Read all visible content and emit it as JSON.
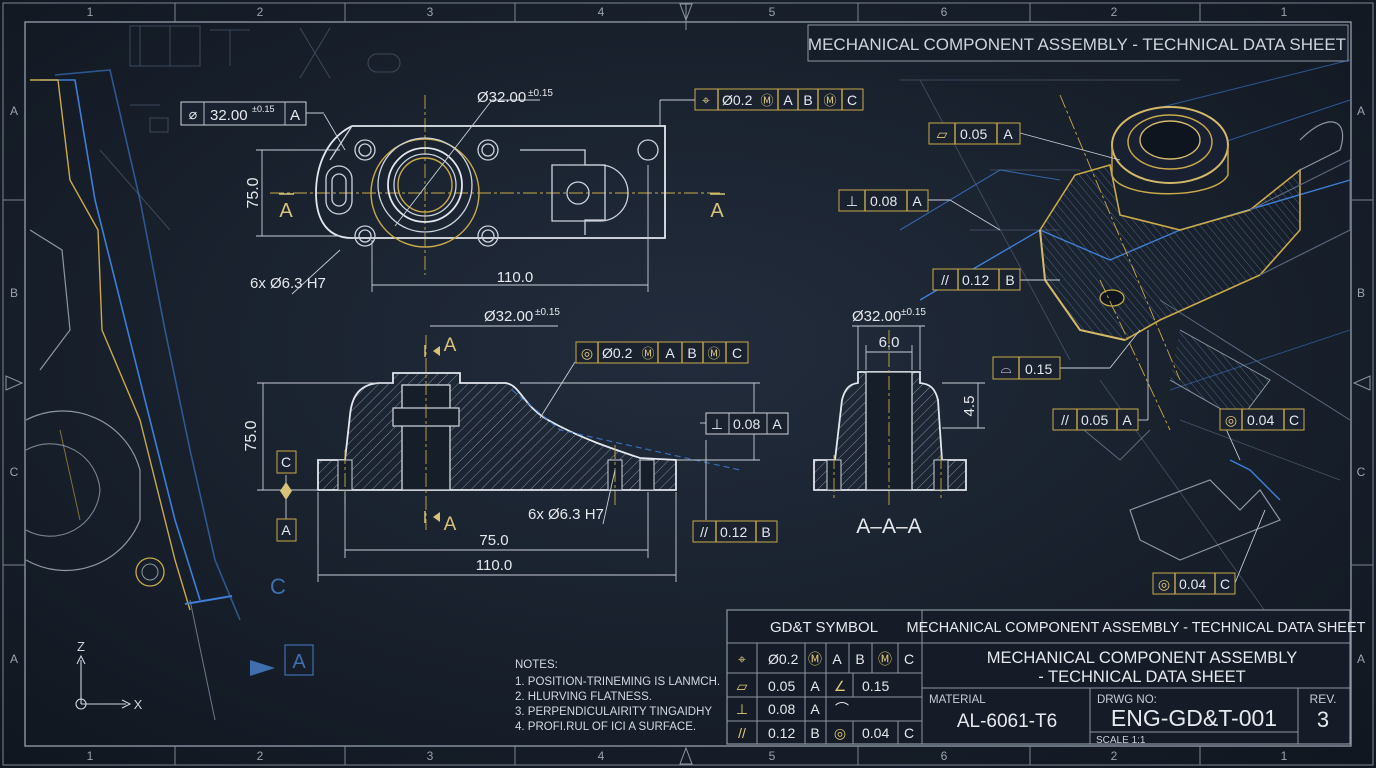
{
  "sheet_title": "MECHANICAL COMPONENT ASSEMBLY - TECHNICAL DATA SHEET",
  "grid": {
    "columns": [
      "1",
      "2",
      "3",
      "4",
      "5",
      "6",
      "2",
      "1"
    ],
    "rows": [
      "A",
      "B",
      "C",
      "A"
    ]
  },
  "top_view": {
    "dia_box": {
      "symbol": "⌀",
      "value": "32.00",
      "tol": "±0.15",
      "datum": "A"
    },
    "dia_label": "Ø32.00",
    "dia_tol": "±0.15",
    "position_fcf": {
      "symbol": "⌖",
      "tol": "Ø0.2",
      "mod": "Ⓜ",
      "d1": "A",
      "d2": "B",
      "d3": "Ⓜ",
      "d4": "C"
    },
    "height_dim": "75.0",
    "length_dim": "110.0",
    "holes_note": "6x Ø6.3 H7",
    "section_mark": "A"
  },
  "front_view": {
    "dia_label": "Ø32.00",
    "dia_tol": "±0.15",
    "conc_fcf": {
      "symbol": "◎",
      "tol": "Ø0.2",
      "mod": "Ⓜ",
      "d1": "A",
      "d2": "B",
      "d3": "Ⓜ",
      "d4": "C"
    },
    "perp_fcf": {
      "symbol": "⊥",
      "tol": "0.08",
      "datum": "A"
    },
    "par_fcf": {
      "symbol": "//",
      "tol": "0.12",
      "datum": "B"
    },
    "height_dim": "75.0",
    "inner_dim": "75.0",
    "length_dim": "110.0",
    "holes_note": "6x Ø6.3 H7",
    "datum_c": "C",
    "datum_a": "A",
    "section_mark": "A"
  },
  "section_view": {
    "dia_label": "Ø32.00",
    "dia_tol": "±0.15",
    "width_dim": "6.0",
    "depth_dim": "4.5",
    "label": "A–A–A"
  },
  "iso_view": {
    "flat_fcf": {
      "symbol": "▱",
      "tol": "0.05",
      "datum": "A"
    },
    "perp_fcf": {
      "symbol": "⊥",
      "tol": "0.08",
      "datum": "A"
    },
    "par_fcf": {
      "symbol": "//",
      "tol": "0.12",
      "datum": "B"
    },
    "profile_fcf": {
      "symbol": "⌓",
      "tol": "0.15"
    },
    "par2_fcf": {
      "symbol": "//",
      "tol": "0.05",
      "datum": "A"
    },
    "conc1_fcf": {
      "symbol": "◎",
      "tol": "0.04",
      "datum": "C"
    },
    "conc2_fcf": {
      "symbol": "◎",
      "tol": "0.04",
      "datum": "C"
    },
    "datum_c": "C",
    "datum_a": "A"
  },
  "axes": {
    "z": "Z",
    "x": "X"
  },
  "notes": {
    "title": "NOTES:",
    "lines": [
      "1. POSITION-TRINEMING IS LANMCH.",
      "2. HLURVING FLATNESS.",
      "3. PERPENDICULAIRITY TINGAIDHY",
      "4. PROFI.RUL OF ICI A SURFACE."
    ]
  },
  "title_block": {
    "symbol_header": "GD&T SYMBOL",
    "title_row": "MECHANICAL COMPONENT ASSEMBLY - TECHNICAL DATA SHEET",
    "title_big_1": "MECHANICAL COMPONENT ASSEMBLY",
    "title_big_2": "- TECHNICAL DATA SHEET",
    "symbols": {
      "r1": [
        "⌖",
        "Ø0.2",
        "Ⓜ",
        "A",
        "B",
        "Ⓜ",
        "C"
      ],
      "r2": [
        "▱",
        "0.05",
        "A",
        "∠",
        "0.15"
      ],
      "r3": [
        "⊥",
        "0.08",
        "A",
        "⌒"
      ],
      "r4": [
        "//",
        "0.12",
        "B",
        "◎",
        "0.04",
        "C"
      ]
    },
    "material_label": "MATERIAL",
    "material": "AL-6061-T6",
    "drawing_label": "DRWG NO:",
    "drawing_no": "ENG-GD&T-001",
    "scale": "SCALE 1:1",
    "rev_label": "REV.",
    "rev": "3"
  }
}
